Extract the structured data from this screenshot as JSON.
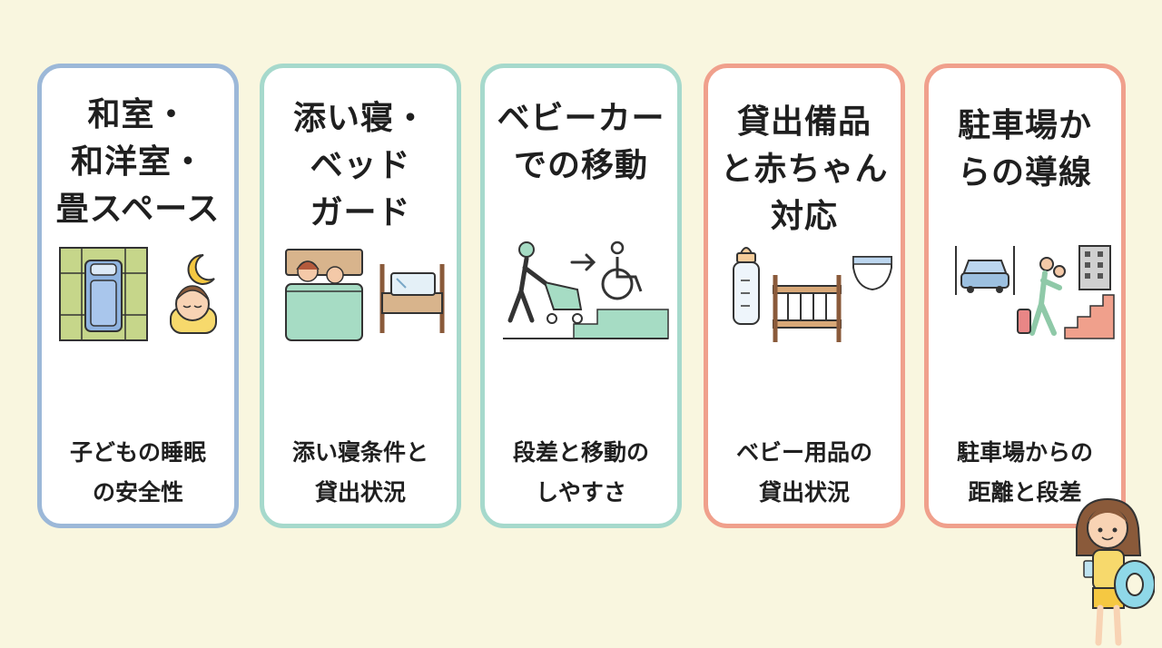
{
  "colors": {
    "background": "#f9f6df",
    "blue_border": "#9cb8d8",
    "green_border": "#a6d9cc",
    "salmon_border": "#f0a08c"
  },
  "cards": [
    {
      "title": "和室・\n和洋室・\n畳スペース",
      "caption": "子どもの睡眠\nの安全性",
      "icons": [
        "tatami-futon-icon",
        "crescent-moon-icon",
        "sleeping-child-icon"
      ]
    },
    {
      "title": "添い寝・\nベッド\nガード",
      "caption": "添い寝条件と\n貸出状況",
      "icons": [
        "co-sleeping-bed-icon",
        "bed-guard-icon"
      ]
    },
    {
      "title": "ベビーカー\nでの移動",
      "caption": "段差と移動の\nしやすさ",
      "icons": [
        "stroller-person-icon",
        "arrow-right-icon",
        "wheelchair-icon",
        "steps-icon"
      ]
    },
    {
      "title": "貸出備品\nと赤ちゃん\n対応",
      "caption": "ベビー用品の\n貸出状況",
      "icons": [
        "baby-bottle-icon",
        "crib-icon",
        "diaper-icon"
      ]
    },
    {
      "title": "駐車場か\nらの導線",
      "caption": "駐車場からの\n距離と段差",
      "icons": [
        "car-icon",
        "parent-carrying-child-icon",
        "building-icon",
        "stairs-icon"
      ]
    }
  ]
}
